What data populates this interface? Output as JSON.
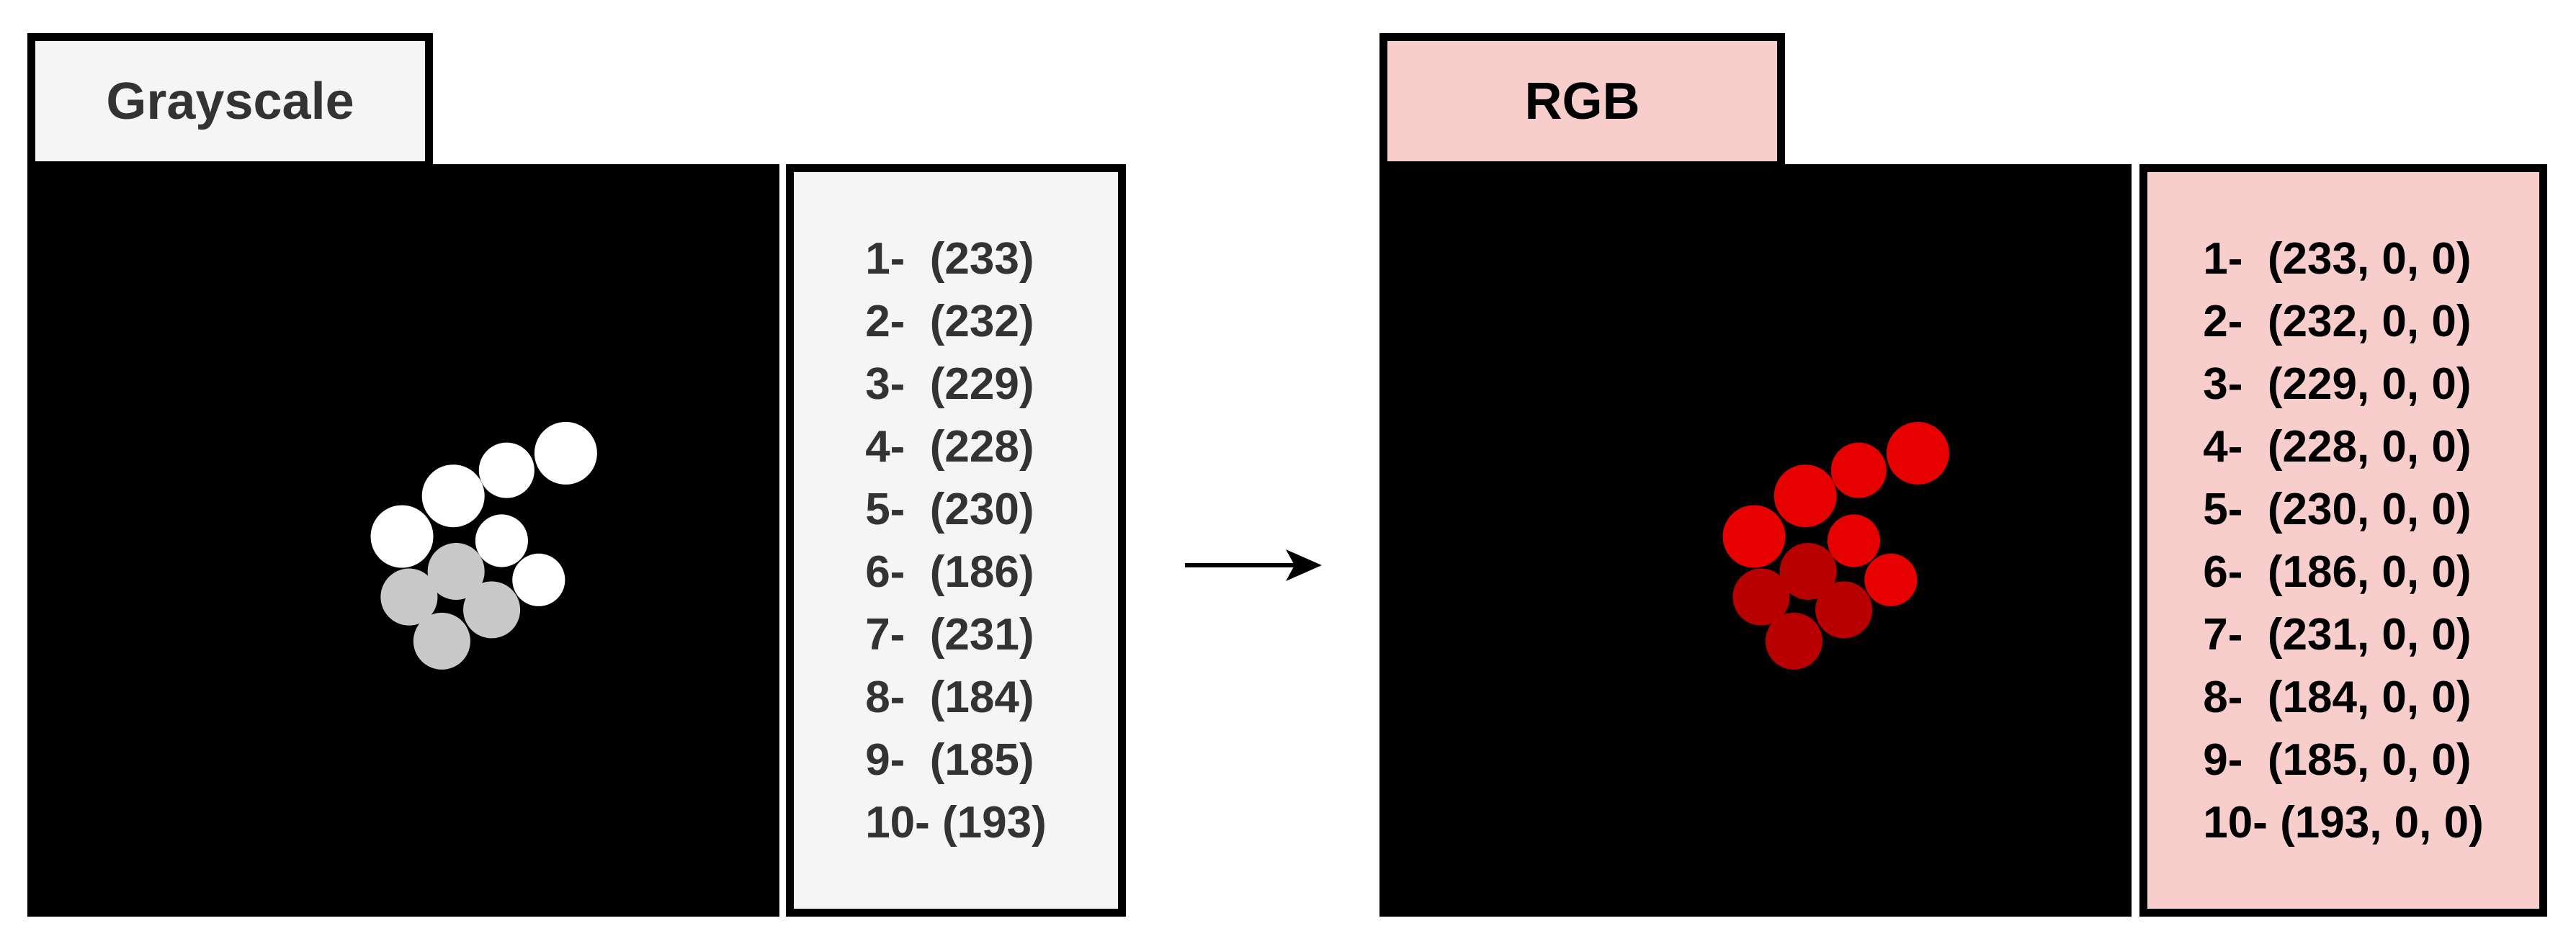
{
  "grayscale": {
    "tab_label": "Grayscale",
    "values": [
      "1-  (233)",
      "2-  (232)",
      "3-  (229)",
      "4-  (228)",
      "5-  (230)",
      "6-  (186)",
      "7-  (231)",
      "8-  (184)",
      "9-  (185)",
      "10- (193)"
    ]
  },
  "rgb": {
    "tab_label": "RGB",
    "values": [
      "1-  (233, 0, 0)",
      "2-  (232, 0, 0)",
      "3-  (229, 0, 0)",
      "4-  (228, 0, 0)",
      "5-  (230, 0, 0)",
      "6-  (186, 0, 0)",
      "7-  (231, 0, 0)",
      "8-  (184, 0, 0)",
      "9-  (185, 0, 0)",
      "10- (193, 0, 0)"
    ]
  },
  "colors": {
    "gray_tab": "#f5f5f5",
    "rgb_tab": "#f8cecc",
    "bright_gray": "#ffffff",
    "dim_gray": "#c8c8c8",
    "bright_red": "#e60000",
    "dim_red": "#b90000"
  },
  "arrow_icon": "right-arrow-icon"
}
